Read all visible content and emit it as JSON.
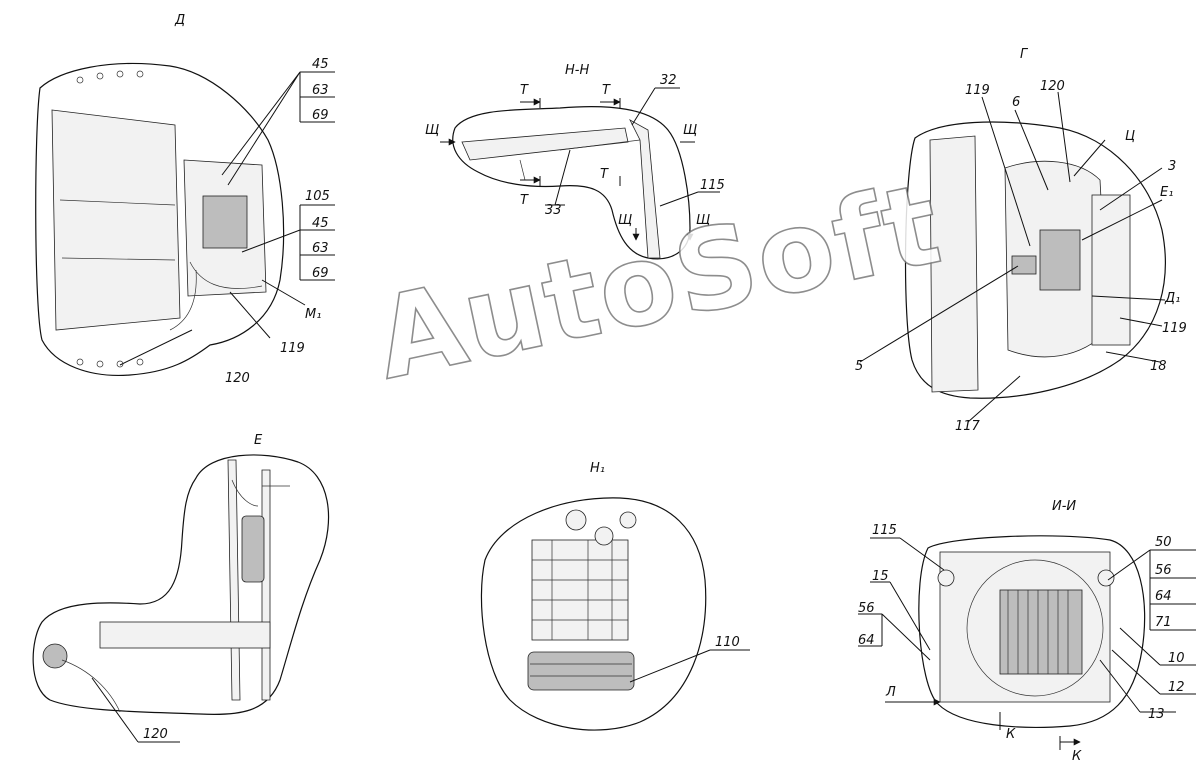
{
  "views": {
    "d": {
      "title": "Д",
      "callouts": [
        "45",
        "63",
        "69",
        "105",
        "45",
        "63",
        "69",
        "М₁",
        "119",
        "120"
      ]
    },
    "hh": {
      "title": "Н-Н",
      "section_marks": [
        "Т",
        "Т",
        "Т",
        "Т",
        "Щ",
        "Щ",
        "Щ",
        "Щ"
      ],
      "callouts": [
        "32",
        "33",
        "115"
      ]
    },
    "g": {
      "title": "Г",
      "callouts": [
        "119",
        "6",
        "120",
        "Ц",
        "3",
        "Е₁",
        "Д₁",
        "119",
        "18",
        "5",
        "117"
      ]
    },
    "e": {
      "title": "Е",
      "callouts": [
        "120"
      ]
    },
    "h1": {
      "title": "Н₁",
      "callouts": [
        "110"
      ]
    },
    "ii": {
      "title": "И-И",
      "callouts": [
        "115",
        "15",
        "56",
        "64",
        "50",
        "56",
        "64",
        "71",
        "10",
        "12",
        "13"
      ],
      "section_marks": [
        "Л",
        "К",
        "К"
      ]
    }
  },
  "watermark": "AutoSoft"
}
